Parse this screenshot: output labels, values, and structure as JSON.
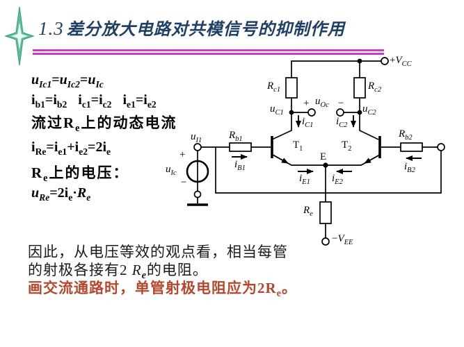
{
  "title": {
    "number": "1.3",
    "text": "差分放大电路对共模信号的抑制作用"
  },
  "colors": {
    "title_navy": "#1e3f66",
    "divider_magenta": "#c83cc8",
    "emphasis_red": "#b5482c",
    "star_teal": "#5cc09b"
  },
  "formulas": {
    "f1": [
      {
        "t": "u",
        "s": "Ic1",
        "c": "v"
      },
      {
        "t": "="
      },
      {
        "t": "u",
        "s": "Ic2",
        "c": "v"
      },
      {
        "t": "="
      },
      {
        "t": "u",
        "s": "Ic",
        "c": "v"
      }
    ],
    "f2a": [
      {
        "t": "i",
        "s": "b1"
      },
      {
        "t": "="
      },
      {
        "t": "i",
        "s": "b2"
      }
    ],
    "f2b": [
      {
        "t": "i",
        "s": "c1"
      },
      {
        "t": "="
      },
      {
        "t": "i",
        "s": "c2"
      }
    ],
    "f2c": [
      {
        "t": "i",
        "s": "e1"
      },
      {
        "t": "="
      },
      {
        "t": "i",
        "s": "e2"
      }
    ],
    "f3": [
      {
        "t": "流过"
      },
      {
        "t": "R",
        "s": "e"
      },
      {
        "t": "上的动态电流"
      }
    ],
    "f4": [
      {
        "t": "i",
        "s": "Re"
      },
      {
        "t": "="
      },
      {
        "t": "i",
        "s": "e1"
      },
      {
        "t": "+"
      },
      {
        "t": "i",
        "s": "e2"
      },
      {
        "t": "=2"
      },
      {
        "t": "i",
        "s": "e"
      }
    ],
    "f5": [
      {
        "t": "R",
        "s": "e"
      },
      {
        "t": "上的电压："
      }
    ],
    "f6": [
      {
        "t": "u",
        "s": "Re",
        "c": "v"
      },
      {
        "t": "=2"
      },
      {
        "t": "i",
        "s": "e"
      },
      {
        "t": "·"
      },
      {
        "t": "R",
        "s": "e",
        "c": "v"
      }
    ]
  },
  "paragraph": {
    "p1": [
      {
        "t": "因此，从电压等效的观点看，相当每管"
      }
    ],
    "p2": [
      {
        "t": "的射极各接有2 "
      },
      {
        "t": "R",
        "s": "e",
        "c": "v"
      },
      {
        "t": "的电阻。"
      }
    ],
    "p3": [
      {
        "t": "画交流通路时，单管射极电阻应为2"
      },
      {
        "t": "R",
        "s": "e"
      },
      {
        "t": "。"
      }
    ]
  },
  "circuit": {
    "labels": {
      "vcc": [
        {
          "t": "+"
        },
        {
          "t": "V",
          "s": "CC",
          "c": "v"
        }
      ],
      "vee": [
        {
          "t": "−"
        },
        {
          "t": "V",
          "s": "EE",
          "c": "v"
        }
      ],
      "rc1": [
        {
          "t": "R",
          "s": "c1",
          "c": "v"
        }
      ],
      "rc2": [
        {
          "t": "R",
          "s": "c2",
          "c": "v"
        }
      ],
      "rb1": [
        {
          "t": "R",
          "s": "b1",
          "c": "v"
        }
      ],
      "rb2": [
        {
          "t": "R",
          "s": "b2",
          "c": "v"
        }
      ],
      "re": [
        {
          "t": "R",
          "s": "e",
          "c": "v"
        }
      ],
      "uc1": [
        {
          "t": "u",
          "s": "C1",
          "c": "v"
        }
      ],
      "uc2": [
        {
          "t": "u",
          "s": "C2",
          "c": "v"
        }
      ],
      "uoc_plus": [
        {
          "t": "+"
        }
      ],
      "uoc": [
        {
          "t": "u",
          "s": "Oc",
          "c": "v"
        }
      ],
      "uoc_minus": [
        {
          "t": "−"
        }
      ],
      "ui1": [
        {
          "t": "u",
          "s": "I1",
          "c": "v"
        }
      ],
      "uic": [
        {
          "t": "u",
          "s": "Ic",
          "c": "v"
        }
      ],
      "src_plus": [
        {
          "t": "+"
        }
      ],
      "src_minus": [
        {
          "t": "−"
        }
      ],
      "ic1": [
        {
          "t": "i",
          "s": "C1",
          "c": "v"
        }
      ],
      "ic2": [
        {
          "t": "i",
          "s": "C2",
          "c": "v"
        }
      ],
      "ib1": [
        {
          "t": "i",
          "s": "B1",
          "c": "v"
        }
      ],
      "ib2": [
        {
          "t": "i",
          "s": "B2",
          "c": "v"
        }
      ],
      "ie1": [
        {
          "t": "i",
          "s": "E1",
          "c": "v"
        }
      ],
      "ie2": [
        {
          "t": "i",
          "s": "E2",
          "c": "v"
        }
      ],
      "t1": [
        {
          "t": "T",
          "s": "1"
        }
      ],
      "t2": [
        {
          "t": "T",
          "s": "2"
        }
      ],
      "e": [
        {
          "t": "E"
        }
      ]
    }
  }
}
